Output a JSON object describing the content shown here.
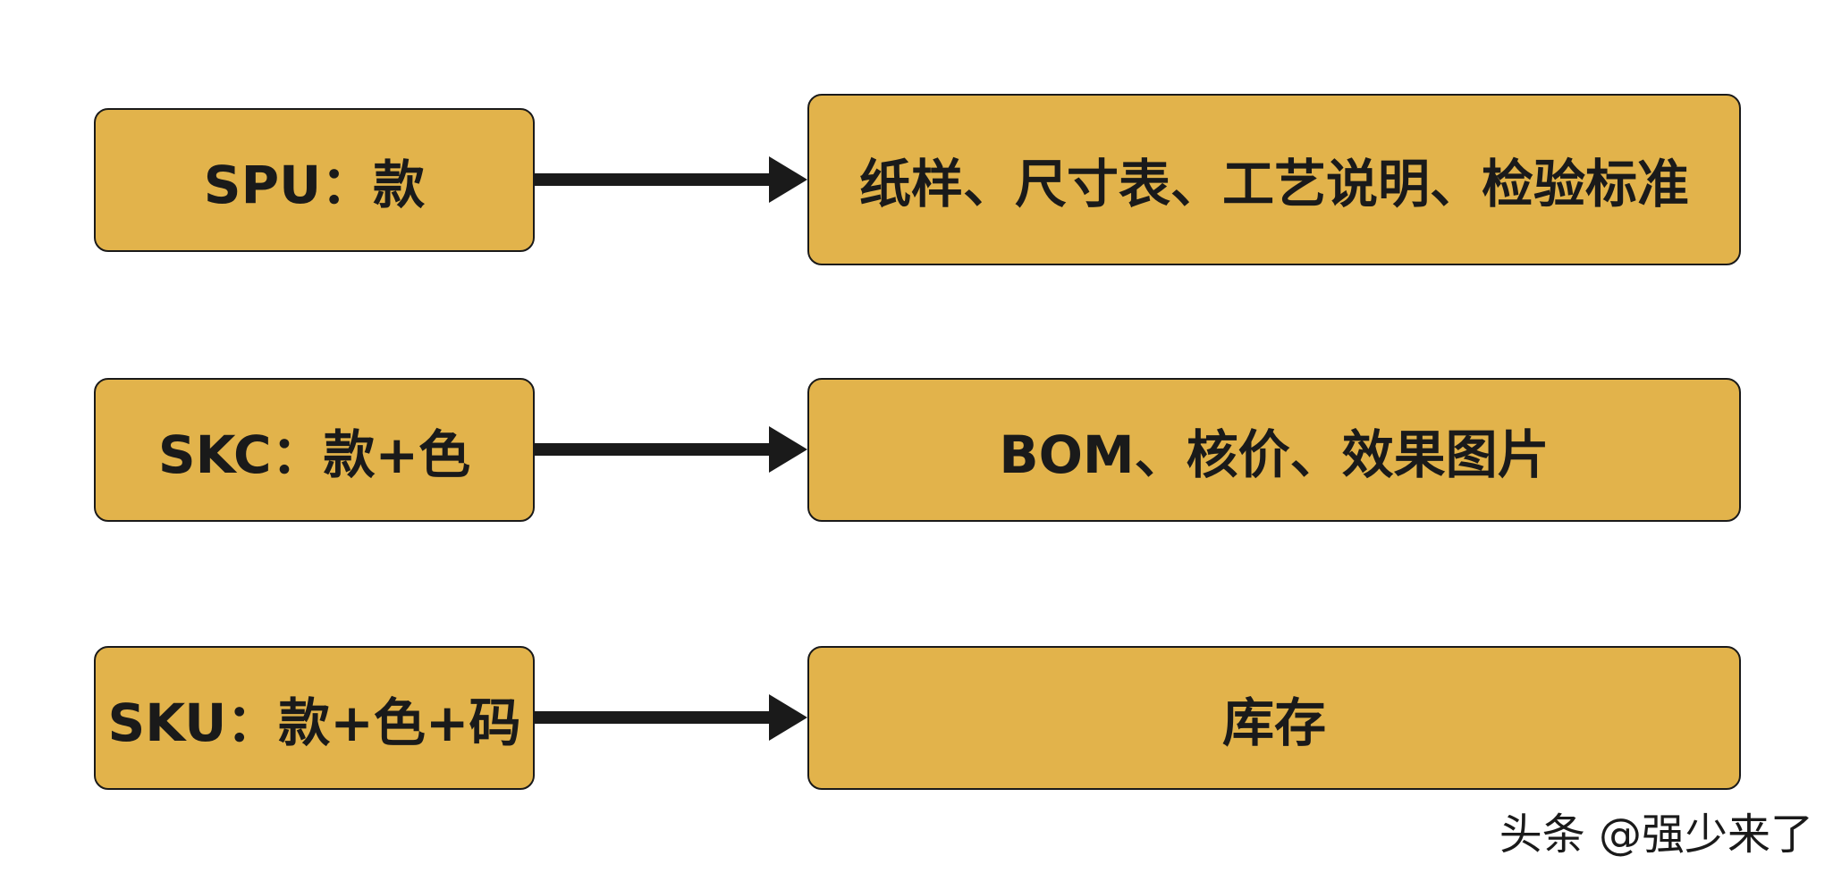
{
  "rows": [
    {
      "left": "SPU：款",
      "right": "纸样、尺寸表、工艺说明、检验标准"
    },
    {
      "left": "SKC：款+色",
      "right": "BOM、核价、效果图片"
    },
    {
      "left": "SKU：款+色+码",
      "right": "库存"
    }
  ],
  "watermark": "头条 @强少来了",
  "colors": {
    "box_fill": "#E2B34B",
    "stroke": "#1a1a1a",
    "background": "#ffffff"
  }
}
